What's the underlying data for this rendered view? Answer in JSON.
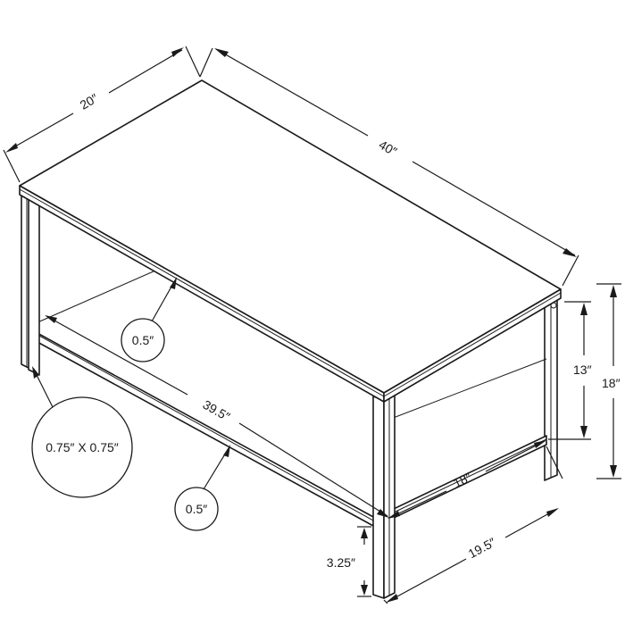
{
  "dimensions": {
    "depth": "20″",
    "length": "40″",
    "shelf_length": "39.5″",
    "shelf_depth": "18″",
    "frame_depth": "19.5″",
    "total_height": "18″",
    "shelf_clearance": "13″",
    "shelf_height": "3.25″"
  },
  "callouts": {
    "top_thickness": "0.5″",
    "shelf_thickness": "0.5″",
    "leg_size": "0.75″ X 0.75″"
  }
}
